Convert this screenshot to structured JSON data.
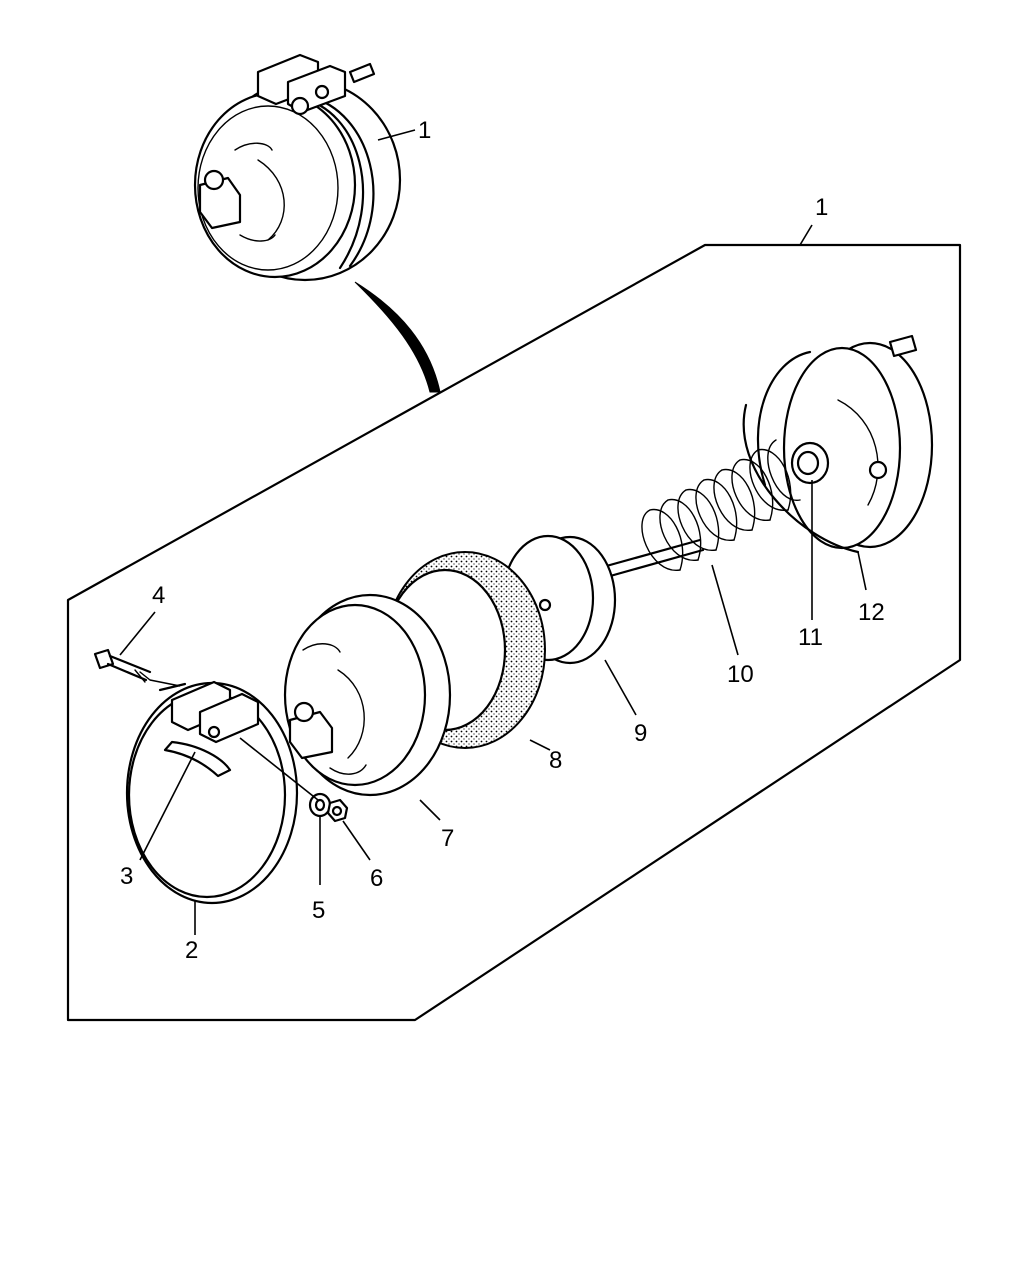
{
  "callouts": {
    "assembly_top": "1",
    "assembly_box": "1",
    "band": "2",
    "lining": "3",
    "bolt": "4",
    "washer": "5",
    "nut": "6",
    "front_drum": "7",
    "diaphragm": "8",
    "piston": "9",
    "spring": "10",
    "seal": "11",
    "rear_drum": "12"
  }
}
